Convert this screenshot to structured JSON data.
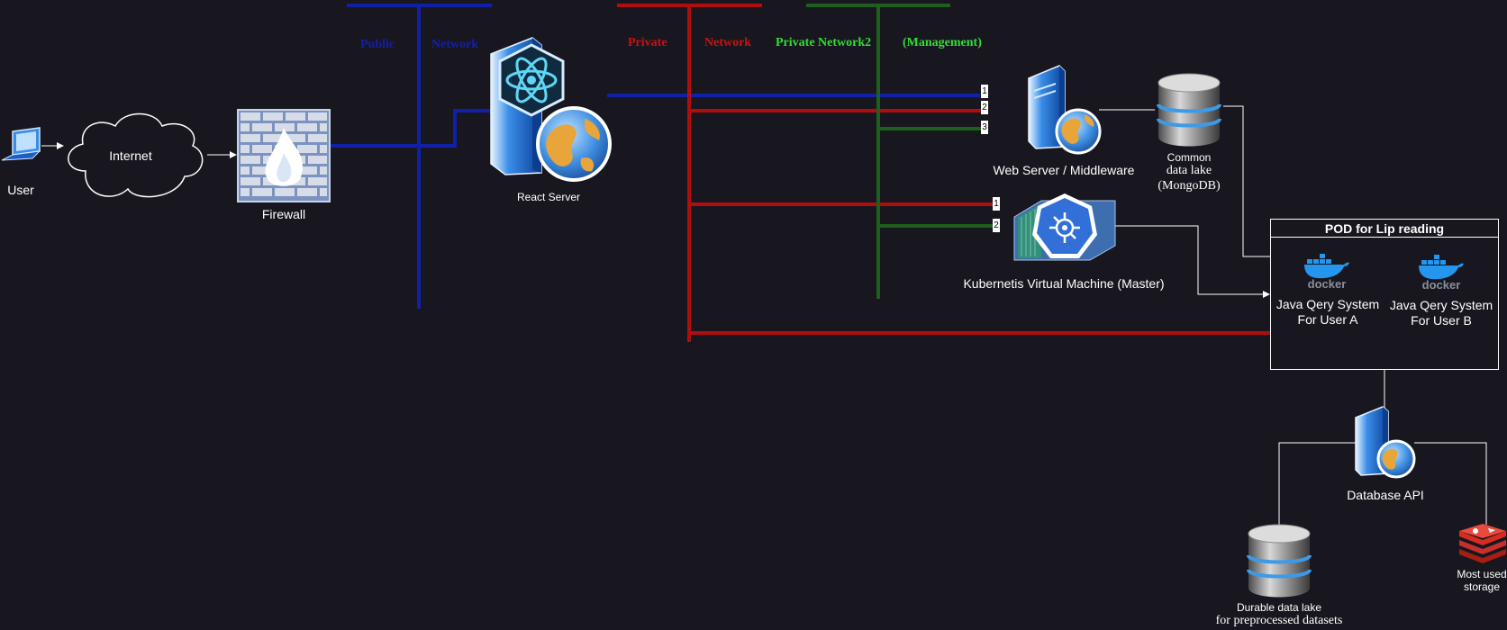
{
  "networks": {
    "public": {
      "word1": "Public",
      "word2": "Network",
      "color": "#1020a8"
    },
    "private": {
      "word1": "Private",
      "word2": "Network",
      "color": "#b00e0e"
    },
    "management": {
      "word1": "Private Network2",
      "word2": "(Management)",
      "color": "#1e5e1e",
      "label_color": "#33dd33"
    }
  },
  "nodes": {
    "user": "User",
    "internet": "Internet",
    "firewall": "Firewall",
    "react_server": "React Server",
    "web_server": "Web Server / Middleware",
    "common_lake": {
      "line1": "Common",
      "line2": "data lake",
      "line3": "(MongoDB)"
    },
    "kubernetes": "Kubernetis Virtual Machine (Master)",
    "database_api": "Database API",
    "durable_lake": {
      "line1": "Durable data lake",
      "line2": "for preprocessed datasets"
    },
    "most_used": {
      "line1": "Most used",
      "line2": "storage"
    }
  },
  "pod": {
    "title": "POD for  Lip reading",
    "user_a": {
      "line1": "Java Qery System",
      "line2": "For User A"
    },
    "user_b": {
      "line1": "Java Qery System",
      "line2": "For User B"
    },
    "docker_word": "docker"
  },
  "ports": {
    "web": [
      "1",
      "2",
      "3"
    ],
    "kube": [
      "1",
      "2"
    ]
  }
}
